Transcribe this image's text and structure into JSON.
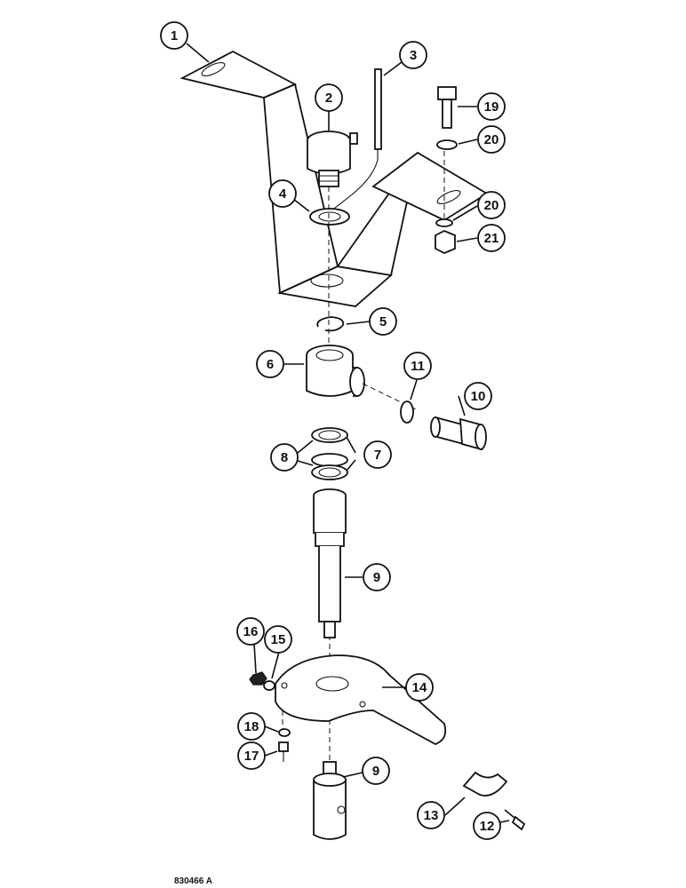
{
  "figure_ref": "830466 A",
  "callouts": [
    {
      "num": "1"
    },
    {
      "num": "2"
    },
    {
      "num": "3"
    },
    {
      "num": "4"
    },
    {
      "num": "5"
    },
    {
      "num": "6"
    },
    {
      "num": "7"
    },
    {
      "num": "8"
    },
    {
      "num": "9"
    },
    {
      "num": "10"
    },
    {
      "num": "11"
    },
    {
      "num": "12"
    },
    {
      "num": "13"
    },
    {
      "num": "14"
    },
    {
      "num": "15"
    },
    {
      "num": "16"
    },
    {
      "num": "17"
    },
    {
      "num": "18"
    },
    {
      "num": "19"
    },
    {
      "num": "20"
    },
    {
      "num": "20"
    },
    {
      "num": "21"
    },
    {
      "num": "9"
    }
  ]
}
